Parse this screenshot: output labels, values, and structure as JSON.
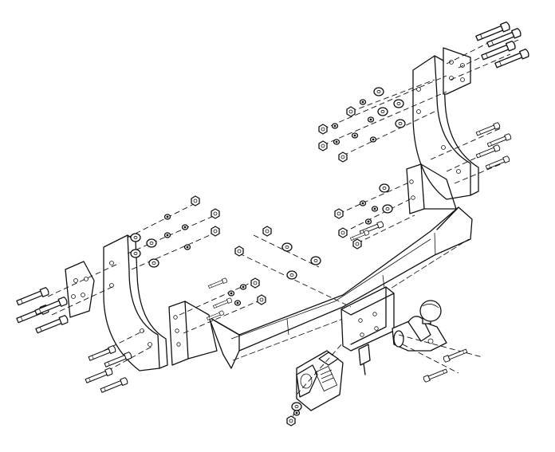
{
  "diagram": {
    "kind": "exploded-assembly",
    "parts": [
      "tow-bar-crossbeam",
      "right-side-bracket",
      "left-side-bracket",
      "center-mounting-plate",
      "tow-ball",
      "tow-hook",
      "electrical-socket-plate",
      "bolts",
      "washers",
      "nuts"
    ],
    "colors": {
      "line": "#111111",
      "background": "#ffffff"
    },
    "socket_label": ""
  }
}
